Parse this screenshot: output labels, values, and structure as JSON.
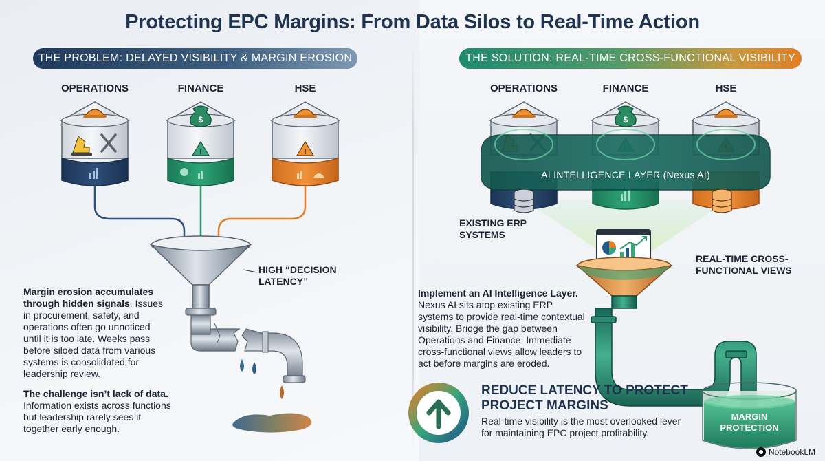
{
  "title": "Protecting EPC Margins: From Data Silos to Real-Time Action",
  "problem": {
    "banner": "The Problem: Delayed Visibility & Margin Erosion",
    "columns": [
      "OPERATIONS",
      "FINANCE",
      "HSE"
    ],
    "funnel_label": "High “Decision Latency”",
    "para1_bold": "Margin erosion accumulates through hidden signals",
    "para1_rest": ". Issues in procurement, safety, and operations often go unnoticed until it is too late. Weeks pass before siloed data from various systems is consolidated for leadership review.",
    "para2_bold": "The challenge isn’t lack of data.",
    "para2_rest": " Information exists across functions but leadership rarely sees it together early enough."
  },
  "solution": {
    "banner": "The Solution: Real-Time Cross-Functional Visibility",
    "columns": [
      "OPERATIONS",
      "FINANCE",
      "HSE"
    ],
    "ai_layer": "AI INTELLIGENCE LAYER (Nexus AI)",
    "erp_label": "Existing ERP Systems",
    "views_label": "Real-Time Cross-Functional Views",
    "para_bold": "Implement an AI Intelligence Layer.",
    "para_rest": " Nexus AI sits atop existing ERP systems to provide real-time contextual visibility. Bridge the gap between Operations and Finance. Immediate cross-functional views allow leaders to act before margins are eroded.",
    "cta_title": "REDUCE LATENCY TO PROTECT PROJECT MARGINS",
    "cta_body": "Real-time visibility is the most overlooked lever for maintaining EPC project profitability.",
    "tank_label": "Margin Protection"
  },
  "footer": "NotebookLM",
  "colors": {
    "navy": "#1f3a5c",
    "green": "#23936a",
    "orange": "#e07f2a",
    "steel": "#8e9aa8"
  }
}
